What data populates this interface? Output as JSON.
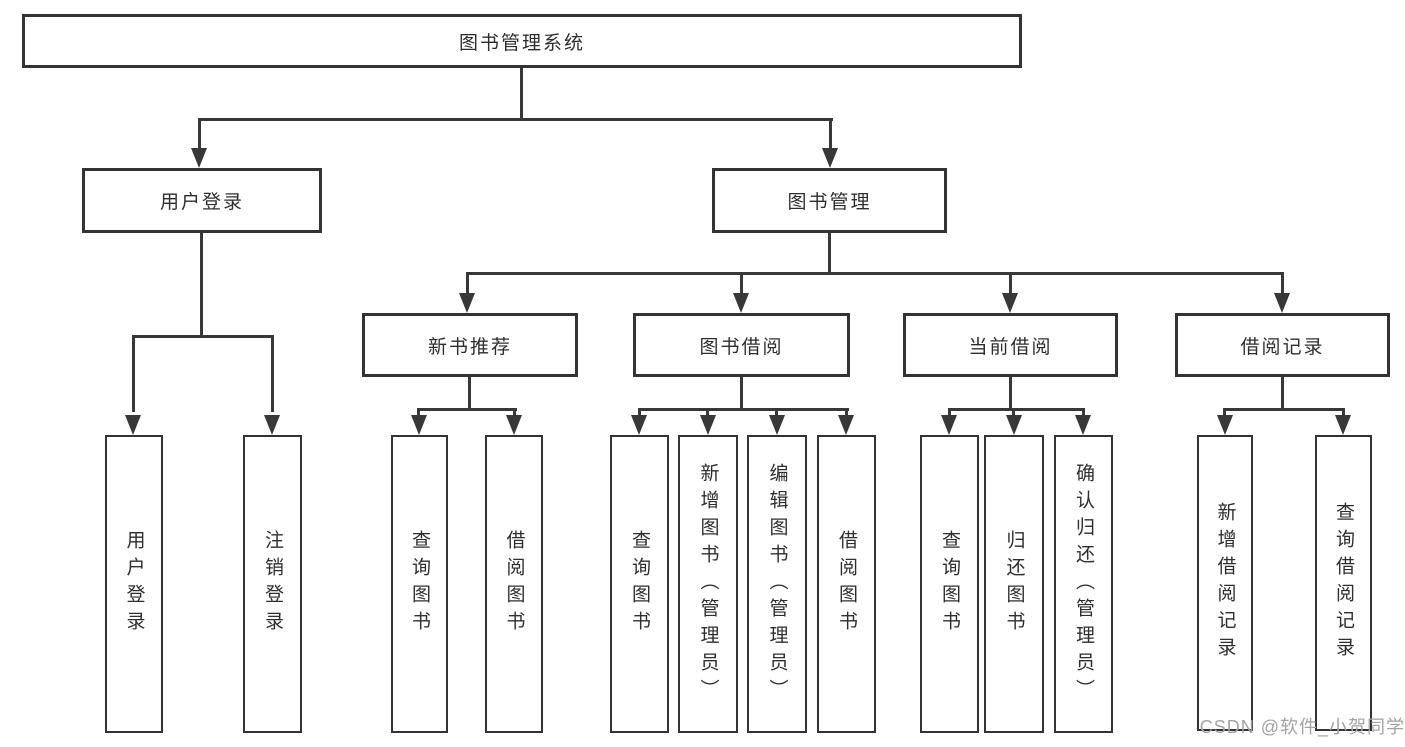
{
  "tree": {
    "root": "图书管理系统",
    "level2": {
      "user_login": "用户登录",
      "book_mgmt": "图书管理"
    },
    "level3": {
      "new_books": "新书推荐",
      "borrowing": "图书借阅",
      "current": "当前借阅",
      "records": "借阅记录"
    },
    "leaves": {
      "user_login": {
        "login": "用户登录",
        "logout": "注销登录"
      },
      "new_books": {
        "query": "查询图书",
        "borrow": "借阅图书"
      },
      "borrowing": {
        "query": "查询图书",
        "add": "新增图书（管理员）",
        "edit": "编辑图书（管理员）",
        "borrow": "借阅图书"
      },
      "current": {
        "query": "查询图书",
        "return": "归还图书",
        "confirm": "确认归还（管理员）"
      },
      "records": {
        "add": "新增借阅记录",
        "query": "查询借阅记录"
      }
    }
  },
  "colors": {
    "line": "#383838",
    "box_border": "#333333",
    "text": "#2e2e2e",
    "watermark": "#a3a3a3"
  },
  "watermark": "CSDN @软件_小贺同学"
}
